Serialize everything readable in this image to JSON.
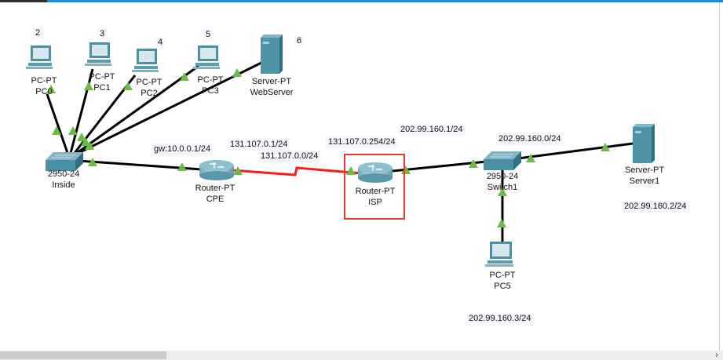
{
  "devices": {
    "pc0": {
      "model": "PC-PT",
      "name": "PC0",
      "number": "2"
    },
    "pc1": {
      "model": "PC-PT",
      "name": "PC1",
      "number": "3"
    },
    "pc2": {
      "model": "PC-PT",
      "name": "PC2",
      "number": "4"
    },
    "pc3": {
      "model": "PC-PT",
      "name": "PC3",
      "number": "5"
    },
    "webserver": {
      "model": "Server-PT",
      "name": "WebServer",
      "number": "6"
    },
    "inside": {
      "model": "2950-24",
      "name": "Inside"
    },
    "cpe": {
      "model": "Router-PT",
      "name": "CPE"
    },
    "isp": {
      "model": "Router-PT",
      "name": "ISP"
    },
    "switch1": {
      "model": "2950-24",
      "name": "Switch1"
    },
    "server1": {
      "model": "Server-PT",
      "name": "Server1"
    },
    "pc5": {
      "model": "PC-PT",
      "name": "PC5"
    }
  },
  "notes": {
    "gw": "gw:10.0.0.1/24",
    "cpe_wan": "131.107.0.1/24",
    "wan_net": "131.107.0.0/24",
    "isp_wan": "131.107.0.254/24",
    "isp_lan": "202.99.160.1/24",
    "lan_net": "202.99.160.0/24",
    "server1_ip": "202.99.160.2/24",
    "pc5_ip": "202.99.160.3/24"
  },
  "colors": {
    "link": "#000000",
    "serial": "#ff1a1a",
    "port_up": "#6cbb45",
    "highlight": "#ee3333"
  },
  "scroll": {
    "arrow": "›"
  }
}
